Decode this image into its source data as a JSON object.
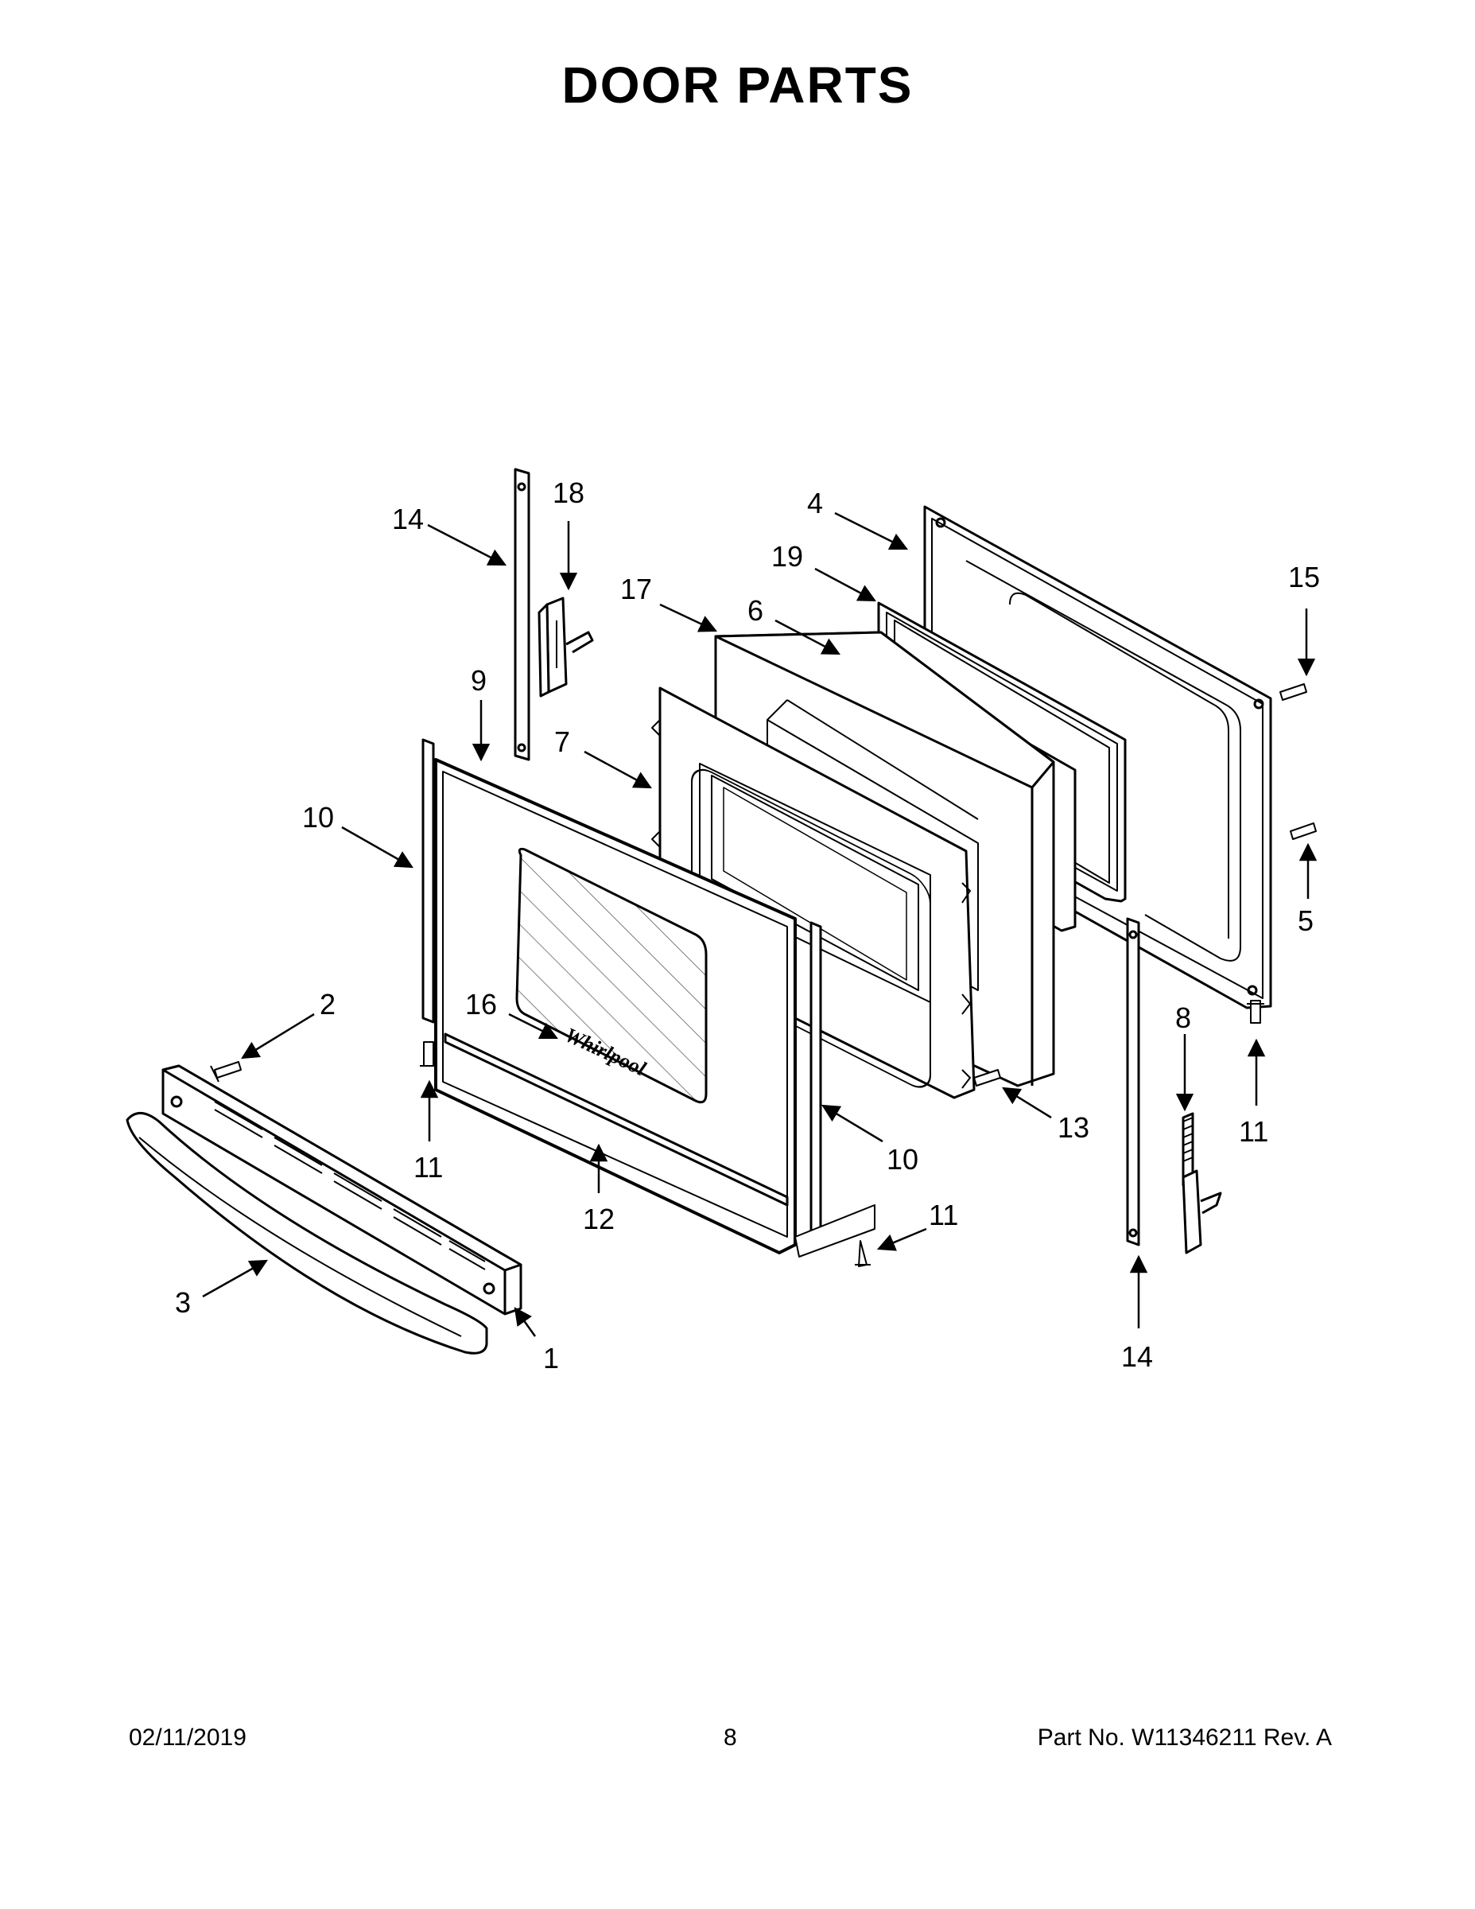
{
  "title": "DOOR PARTS",
  "footer": {
    "date": "02/11/2019",
    "page": "8",
    "part": "Part No.  W11346211  Rev.  A"
  },
  "callouts": {
    "c1": "1",
    "c2": "2",
    "c3": "3",
    "c4": "4",
    "c5": "5",
    "c6": "6",
    "c7": "7",
    "c8": "8",
    "c9": "9",
    "c10a": "10",
    "c10b": "10",
    "c11a": "11",
    "c11b": "11",
    "c11c": "11",
    "c12": "12",
    "c13": "13",
    "c14a": "14",
    "c14b": "14",
    "c15": "15",
    "c16": "16",
    "c17": "17",
    "c18": "18",
    "c19": "19"
  },
  "logo_text": "Whirlpool"
}
